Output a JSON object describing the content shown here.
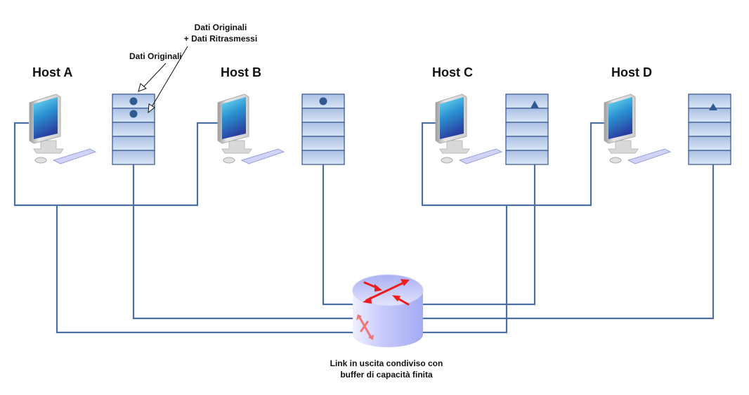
{
  "hosts": [
    {
      "id": "A",
      "label": "Host A",
      "buffer_marker": "dots"
    },
    {
      "id": "B",
      "label": "Host B",
      "buffer_marker": "dot"
    },
    {
      "id": "C",
      "label": "Host C",
      "buffer_marker": "arrow-up"
    },
    {
      "id": "D",
      "label": "Host D",
      "buffer_marker": "arrow-up"
    }
  ],
  "annotations": {
    "original_data": "Dati Originali",
    "retransmitted_line1": "Dati Originali",
    "retransmitted_line2": "+ Dati Ritrasmessi"
  },
  "router": {
    "icon": "router-icon",
    "caption_line1": "Link in uscita condiviso con",
    "caption_line2": "buffer di capacità finita"
  },
  "colors": {
    "line": "#4a6fa0",
    "buffer_fill": "#c6d5ec",
    "buffer_stroke": "#3b5f95",
    "router_red": "#ee1c1c",
    "router_body": "#b8bff5"
  }
}
